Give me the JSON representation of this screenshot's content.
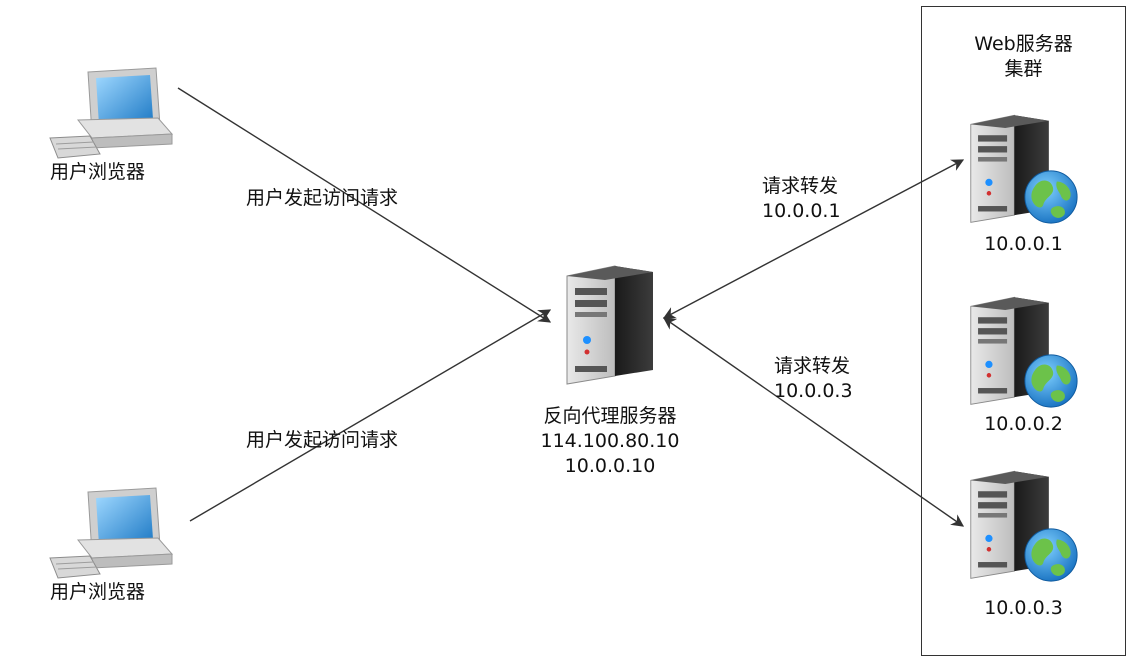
{
  "cluster": {
    "title_line1": "Web服务器",
    "title_line2": "集群"
  },
  "clients": [
    {
      "label": "用户浏览器",
      "icon": "desktop-computer-icon"
    },
    {
      "label": "用户浏览器",
      "icon": "desktop-computer-icon"
    }
  ],
  "proxy": {
    "name": "反向代理服务器",
    "public_ip": "114.100.80.10",
    "private_ip": "10.0.0.10",
    "icon": "server-tower-icon"
  },
  "edges": {
    "client1_request": "用户发起访问请求",
    "client2_request": "用户发起访问请求",
    "forward1_label": "请求转发",
    "forward1_ip": "10.0.0.1",
    "forward3_label": "请求转发",
    "forward3_ip": "10.0.0.3"
  },
  "web_servers": [
    {
      "ip": "10.0.0.1",
      "icon": "web-server-globe-icon"
    },
    {
      "ip": "10.0.0.2",
      "icon": "web-server-globe-icon"
    },
    {
      "ip": "10.0.0.3",
      "icon": "web-server-globe-icon"
    }
  ],
  "colors": {
    "line": "#333333",
    "screen": "#3fa8e6",
    "server_body": "#2b2b2b",
    "globe": "#2f9be0",
    "land": "#6cc24a"
  }
}
